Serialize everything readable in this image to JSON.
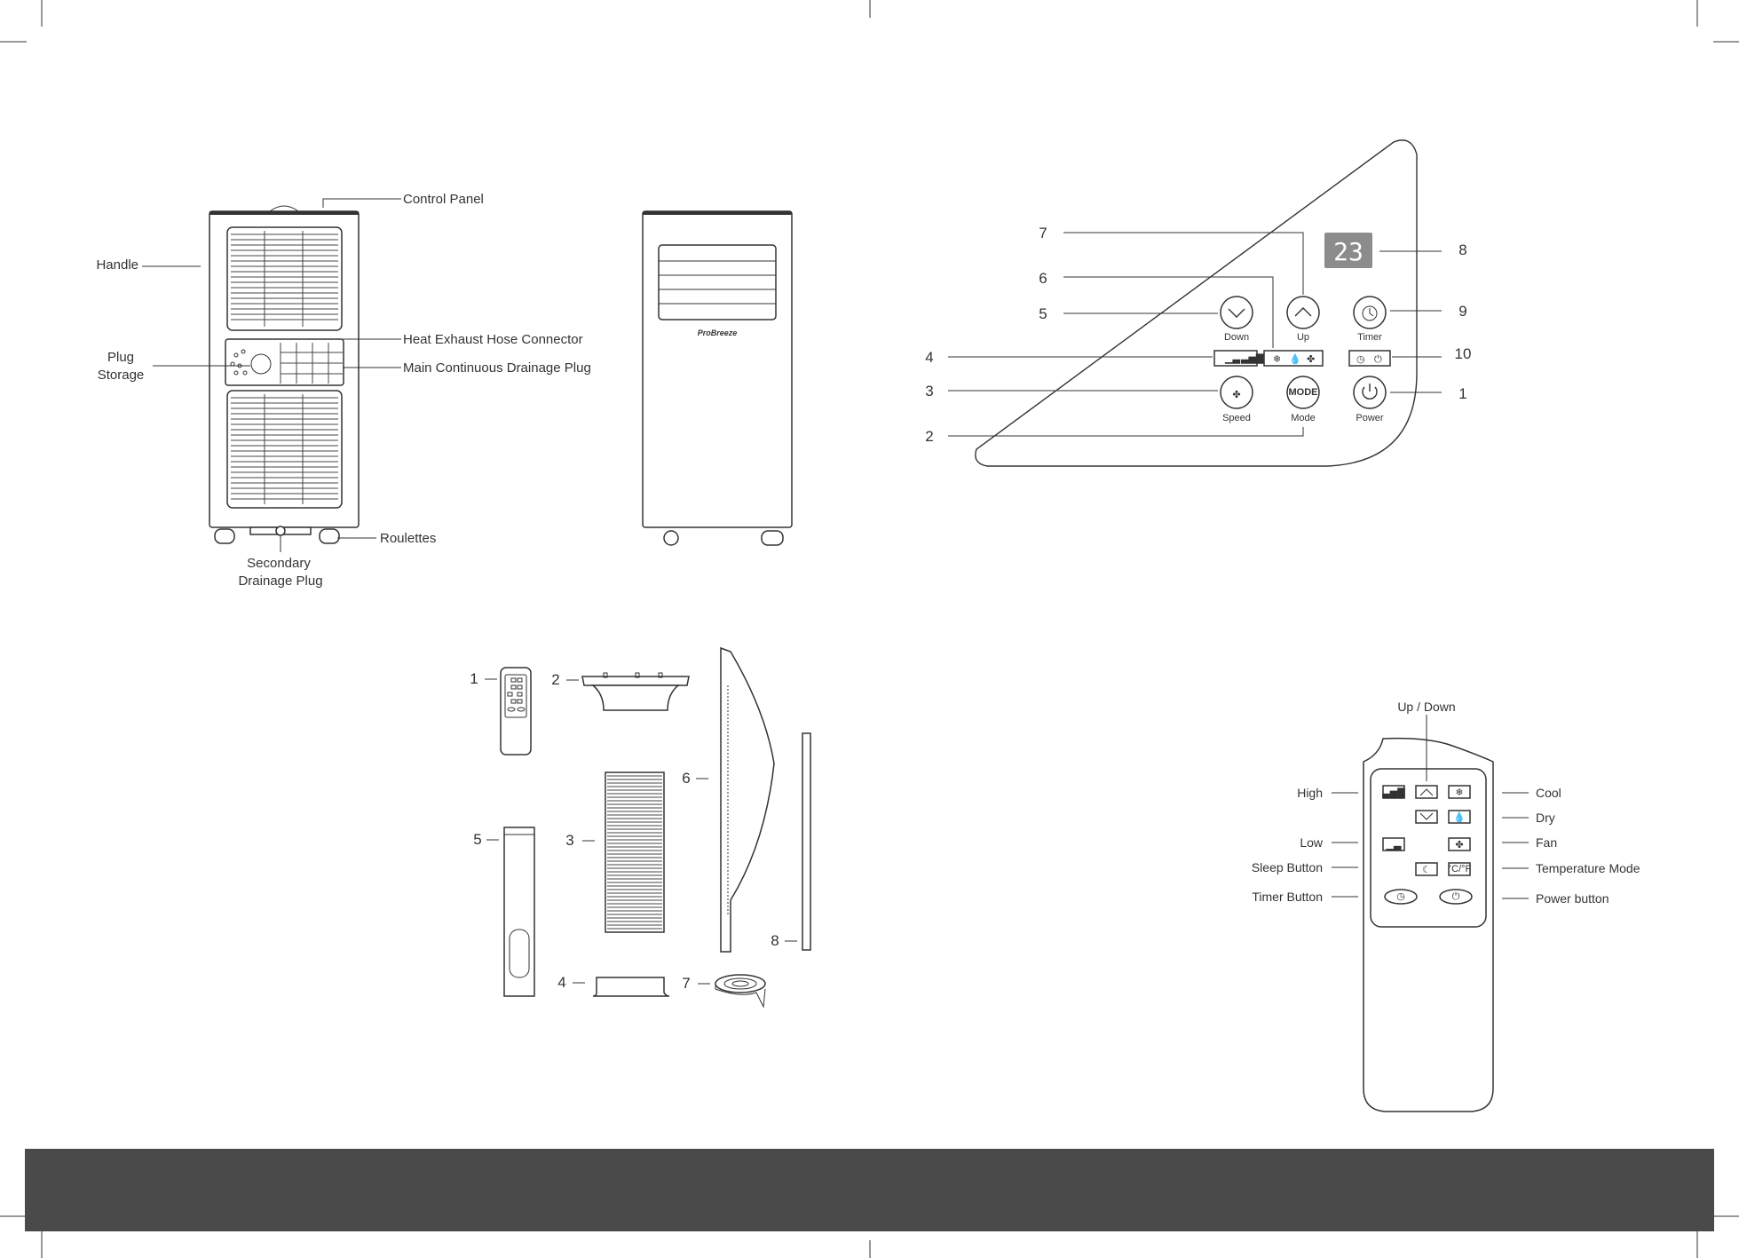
{
  "unit_labels": {
    "control_panel": "Control Panel",
    "handle": "Handle",
    "plug_storage_1": "Plug",
    "plug_storage_2": "Storage",
    "heat_exhaust": "Heat Exhaust Hose Connector",
    "main_drain": "Main Continuous Drainage Plug",
    "roulettes": "Roulettes",
    "secondary_drain_1": "Secondary",
    "secondary_drain_2": "Drainage Plug",
    "brand": "ProBreeze"
  },
  "panel": {
    "display_value": "23",
    "buttons": {
      "down": "Down",
      "up": "Up",
      "timer": "Timer",
      "speed": "Speed",
      "mode": "Mode",
      "power": "Power",
      "mode_glyph": "MODE"
    },
    "callouts": [
      "1",
      "2",
      "3",
      "4",
      "5",
      "6",
      "7",
      "8",
      "9",
      "10"
    ]
  },
  "accessories": {
    "numbers": [
      "1",
      "2",
      "3",
      "4",
      "5",
      "6",
      "7",
      "8"
    ]
  },
  "remote": {
    "up_down": "Up / Down",
    "high": "High",
    "low": "Low",
    "sleep": "Sleep Button",
    "timer": "Timer Button",
    "cool": "Cool",
    "dry": "Dry",
    "fan": "Fan",
    "temp_mode": "Temperature Mode",
    "power": "Power button",
    "temp_glyph": "°C/°F"
  },
  "colors": {
    "line": "#333333",
    "footer_band": "#4a4a4a",
    "display_bg": "#8c8c8c"
  }
}
